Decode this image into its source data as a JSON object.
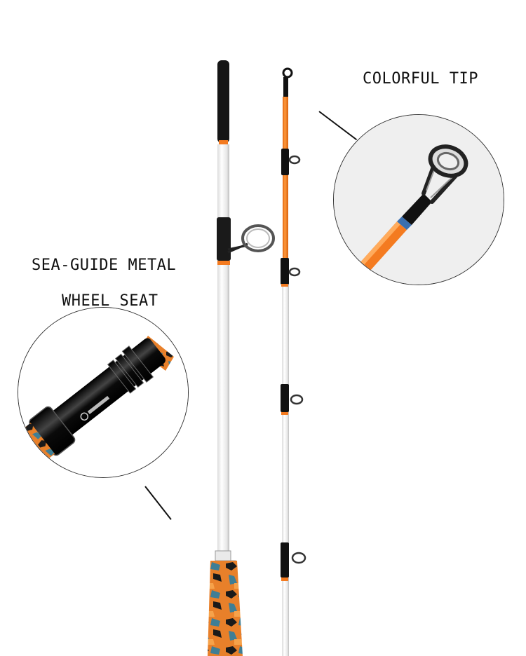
{
  "labels": {
    "colorful_tip": "COLORFUL TIP",
    "wheel_seat_line1": "SEA-GUIDE METAL",
    "wheel_seat_line2": "WHEEL SEAT"
  },
  "colors": {
    "orange": "#f47b20",
    "black": "#111111",
    "white_blank": "#f4f4f4",
    "camo_blue": "#3f7e95"
  }
}
